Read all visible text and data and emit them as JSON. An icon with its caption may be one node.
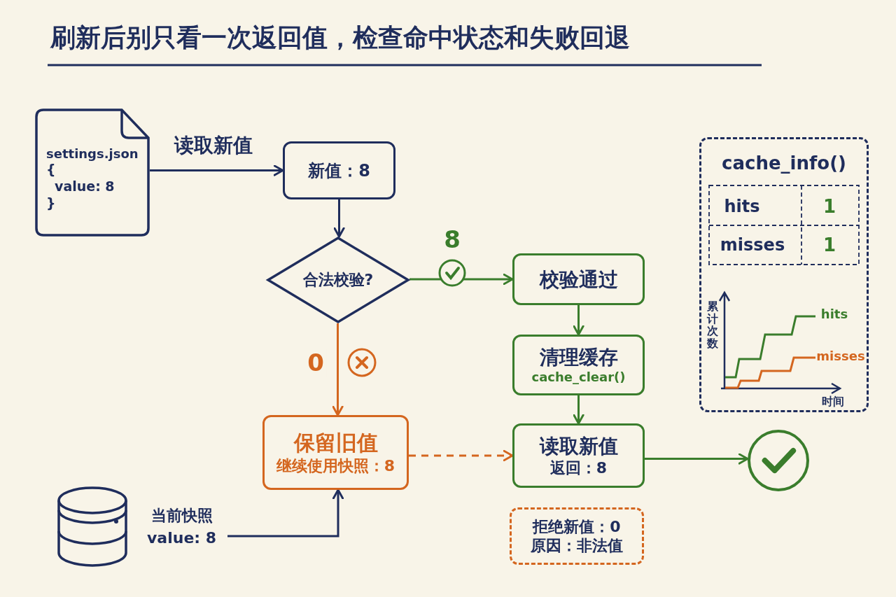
{
  "diagram": {
    "title": "刷新后别只看一次返回值，检查命中状态和失败回退",
    "nodes": [
      {
        "text": [
          "settings.json",
          "{",
          "value: 8",
          "}"
        ]
      },
      {
        "text": [
          "新值：8"
        ]
      },
      {
        "text": [
          "合法校验?"
        ]
      },
      {
        "text": [
          "校验通过"
        ]
      },
      {
        "text": [
          "清理缓存",
          "cache_clear()"
        ]
      },
      {
        "text": [
          "读取新值",
          "返回：8"
        ]
      },
      {
        "text": [
          "保留旧值",
          "继续使用快照：8"
        ]
      },
      {
        "text": [],
        "shape": "cylinder",
        "beside": [
          "当前快照",
          "value: 8"
        ]
      },
      {
        "text": [],
        "shape": "circle"
      },
      {
        "text": [
          "拒绝新值：0",
          "原因：非法值"
        ]
      },
      {
        "text": [
          "cache_info()"
        ]
      }
    ],
    "edges": [
      {
        "from": 0,
        "to": 1,
        "arrow": "to",
        "label": "读取新值"
      },
      {
        "from": 1,
        "to": 2,
        "arrow": "to"
      },
      {
        "from": 2,
        "to": 3,
        "arrow": "to",
        "label": "8",
        "color": "#3a7d2c"
      },
      {
        "from": 2,
        "to": 6,
        "arrow": "to",
        "label": "0",
        "color": "#d4661f"
      },
      {
        "from": 3,
        "to": 4,
        "arrow": "to",
        "color": "#3a7d2c"
      },
      {
        "from": 4,
        "to": 5,
        "arrow": "to",
        "color": "#3a7d2c"
      },
      {
        "from": 6,
        "to": 5,
        "arrow": "to",
        "style": "dashed",
        "color": "#d4661f"
      },
      {
        "from": 7,
        "to": 6,
        "arrow": "to"
      },
      {
        "from": 5,
        "to": 8,
        "arrow": "to",
        "color": "#3a7d2c"
      }
    ],
    "labels": [
      "hits",
      "1",
      "misses",
      "1",
      "累计次数",
      "hits",
      "misses",
      "时间"
    ]
  }
}
